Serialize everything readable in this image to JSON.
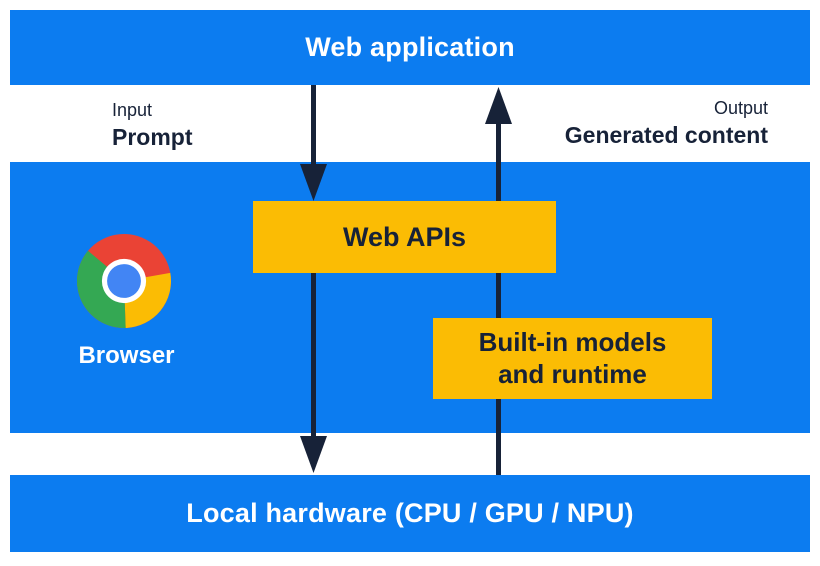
{
  "colors": {
    "layer_blue": "#0c7cf0",
    "yellow": "#fbbc04",
    "navy": "#172238",
    "white": "#ffffff",
    "chrome_red": "#ea4335",
    "chrome_yellow": "#fbbc04",
    "chrome_green": "#34a853",
    "chrome_blue": "#4285f4"
  },
  "top_layer": {
    "label": "Web application"
  },
  "io_annotations": {
    "input_label": "Input",
    "input_value": "Prompt",
    "output_label": "Output",
    "output_value": "Generated content"
  },
  "browser_layer": {
    "label": "Browser",
    "web_apis_label": "Web APIs",
    "builtin_lines": [
      "Built-in models",
      "and runtime"
    ]
  },
  "bottom_layer": {
    "label": "Local hardware (CPU / GPU / NPU)"
  },
  "icons": {
    "chrome_icon": "chrome-logo"
  },
  "flows": {
    "down": "Web application -> Web APIs -> Local hardware",
    "up": "Local hardware -> Built-in models and runtime -> Web application"
  }
}
